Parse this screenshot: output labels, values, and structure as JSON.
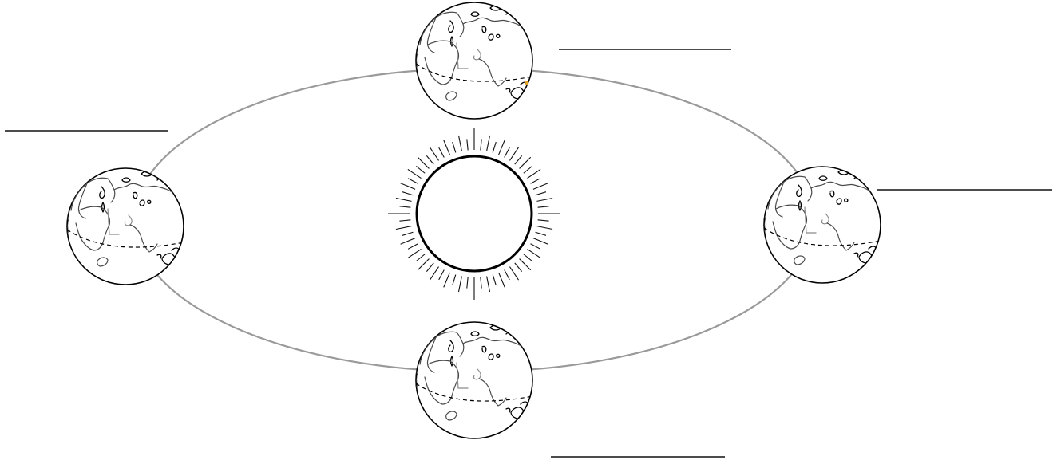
{
  "diagram": {
    "center_body": "sun",
    "orbit_color": "#9a9a9a",
    "globes": [
      {
        "name": "globe-top",
        "position": "top",
        "icon": "earth-globe-icon"
      },
      {
        "name": "globe-left",
        "position": "left",
        "icon": "earth-globe-icon"
      },
      {
        "name": "globe-right",
        "position": "right",
        "icon": "earth-globe-icon"
      },
      {
        "name": "globe-bottom",
        "position": "bottom",
        "icon": "earth-globe-icon"
      }
    ],
    "answer_blanks": [
      {
        "name": "answer-blank-top",
        "label": ""
      },
      {
        "name": "answer-blank-left",
        "label": ""
      },
      {
        "name": "answer-blank-right",
        "label": ""
      },
      {
        "name": "answer-blank-bottom",
        "label": ""
      }
    ],
    "accent_color": "#e0a326"
  }
}
